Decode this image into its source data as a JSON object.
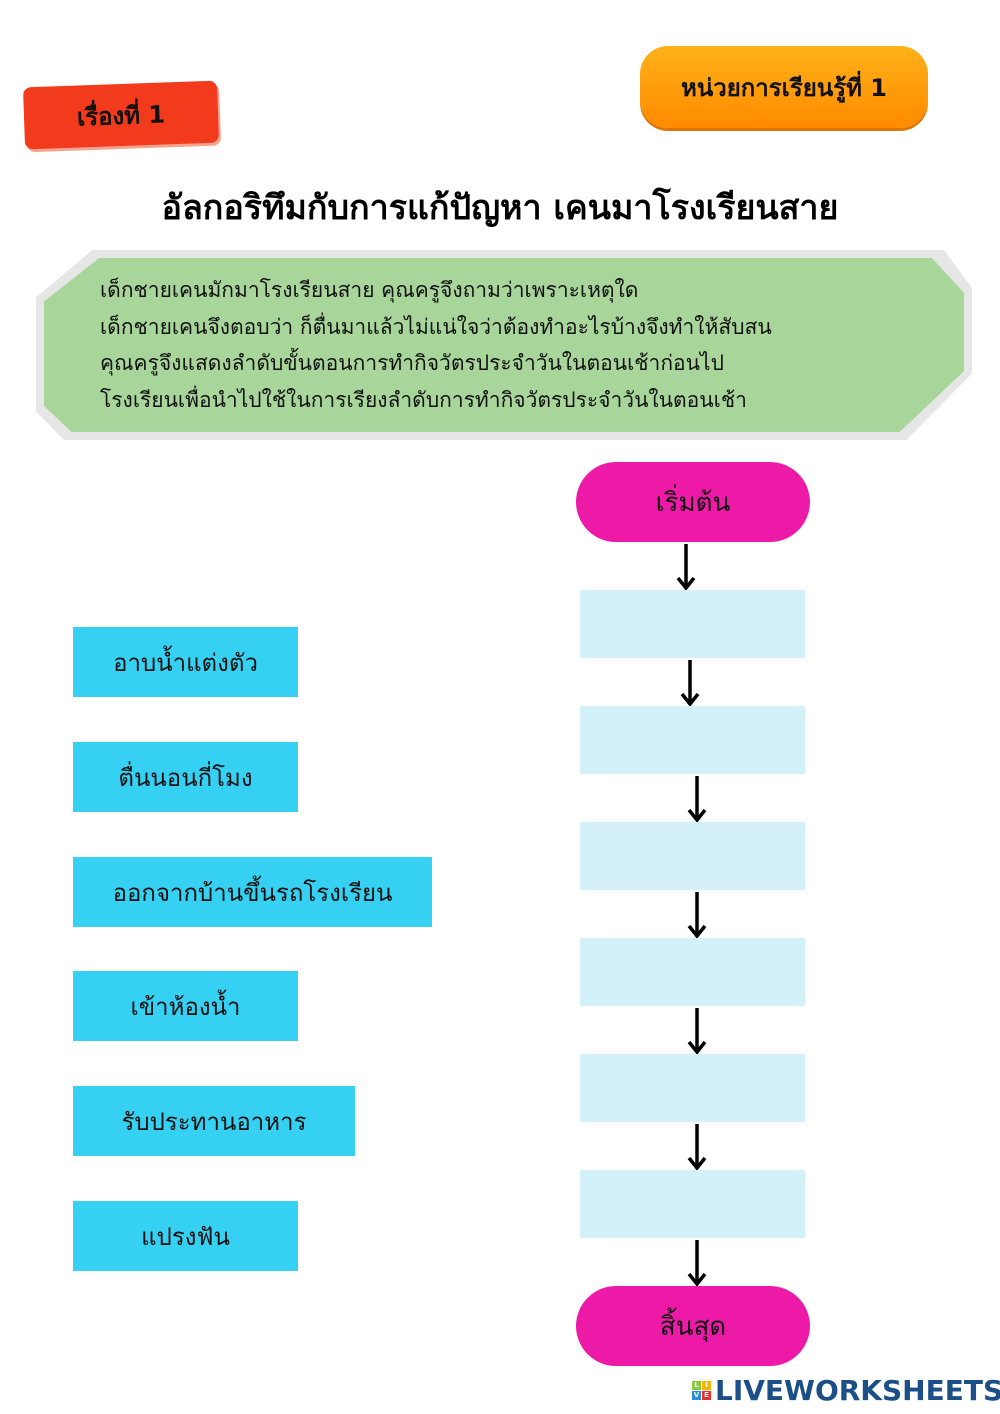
{
  "header": {
    "topic_label": "เรื่องที่ 1",
    "unit_label": "หน่วยการเรียนรู้ที่ 1"
  },
  "title": "อัลกอริทึมกับการแก้ปัญหา เคนมาโรงเรียนสาย",
  "story": [
    "เด็กชายเคนมักมาโรงเรียนสาย คุณครูจึงถามว่าเพราะเหตุใด",
    "เด็กชายเคนจึงตอบว่า ก็ตื่นมาแล้วไม่แน่ใจว่าต้องทำอะไรบ้างจึงทำให้สับสน",
    "คุณครูจึงแสดงลำดับขั้นตอนการทำกิจวัตรประจำวันในตอนเช้าก่อนไป",
    "โรงเรียนเพื่อนำไปใช้ในการเรียงลำดับการทำกิจวัตรประจำวันในตอนเช้า"
  ],
  "options": [
    "อาบน้ำแต่งตัว",
    "ตื่นนอนกี่โมง",
    "ออกจากบ้านขึ้นรถโรงเรียน",
    "เข้าห้องน้ำ",
    "รับประทานอาหาร",
    "แปรงฟัน"
  ],
  "flow": {
    "start": "เริ่มต้น",
    "end": "สิ้นสุด"
  },
  "logo": {
    "text": "LIVEWORKSHEETS",
    "letters": [
      "L",
      "I",
      "V",
      "E"
    ]
  }
}
